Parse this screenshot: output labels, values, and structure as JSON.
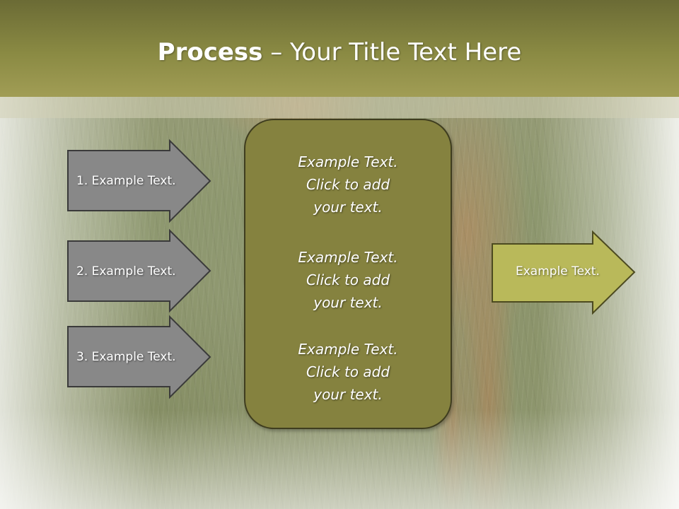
{
  "slide": {
    "title_bold": "Process",
    "title_sep": " – ",
    "title_rest": "Your Title Text Here"
  },
  "left_arrows": [
    {
      "label": "1. Example Text."
    },
    {
      "label": "2. Example Text."
    },
    {
      "label": "3. Example Text."
    }
  ],
  "center_box": {
    "blocks": [
      {
        "line1": "Example Text.",
        "line2": "Click  to add",
        "line3": "your text."
      },
      {
        "line1": "Example Text.",
        "line2": "Click  to add",
        "line3": "your text."
      },
      {
        "line1": "Example Text.",
        "line2": "Click  to add",
        "line3": "your text."
      }
    ]
  },
  "right_arrow": {
    "label": "Example Text."
  },
  "colors": {
    "title_bar": "#8a8a43",
    "left_arrow_fill": "#888888",
    "center_box_fill": "#85823f",
    "right_arrow_fill": "#b9b95a"
  }
}
